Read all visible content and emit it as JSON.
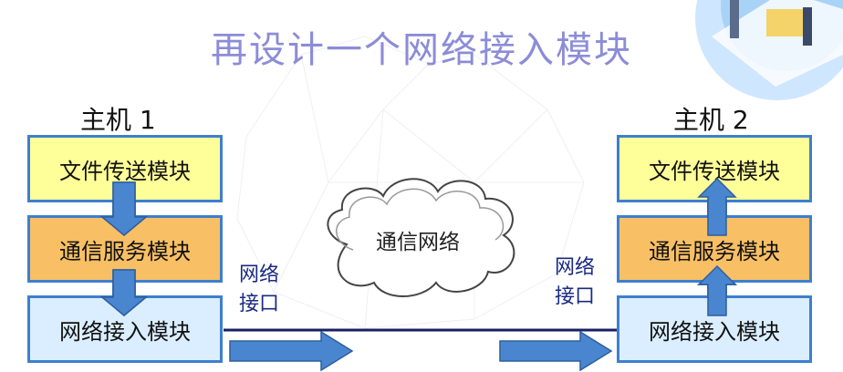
{
  "title": "再设计一个网络接入模块",
  "host1": {
    "label": "主机 1",
    "modules": [
      "文件传送模块",
      "通信服务模块",
      "网络接入模块"
    ]
  },
  "host2": {
    "label": "主机 2",
    "modules": [
      "文件传送模块",
      "通信服务模块",
      "网络接入模块"
    ]
  },
  "interface_left": [
    "网络",
    "接口"
  ],
  "interface_right": [
    "网络",
    "接口"
  ],
  "network_label": "通信网络",
  "colors": {
    "title": "#8c8cd8",
    "box_border": "#3d7fcf",
    "file_module": "#ffff99",
    "comm_module": "#f8bf64",
    "net_module": "#dbeeff",
    "arrow": "#4a86d0",
    "network_line": "#1a2060"
  }
}
